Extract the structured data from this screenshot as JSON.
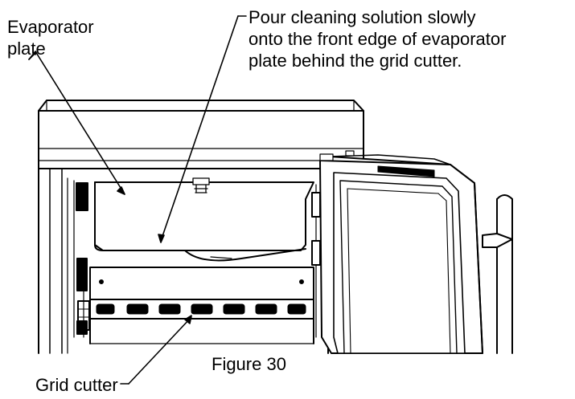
{
  "labels": {
    "evaporator_line1": "Evaporator",
    "evaporator_line2": "plate",
    "pour_line1": "Pour cleaning solution slowly",
    "pour_line2": "onto the front edge of evaporator",
    "pour_line3": "plate behind the grid cutter.",
    "grid_cutter": "Grid cutter",
    "figure_caption": "Figure 30"
  },
  "colors": {
    "ink": "#000000",
    "paper": "#ffffff"
  }
}
